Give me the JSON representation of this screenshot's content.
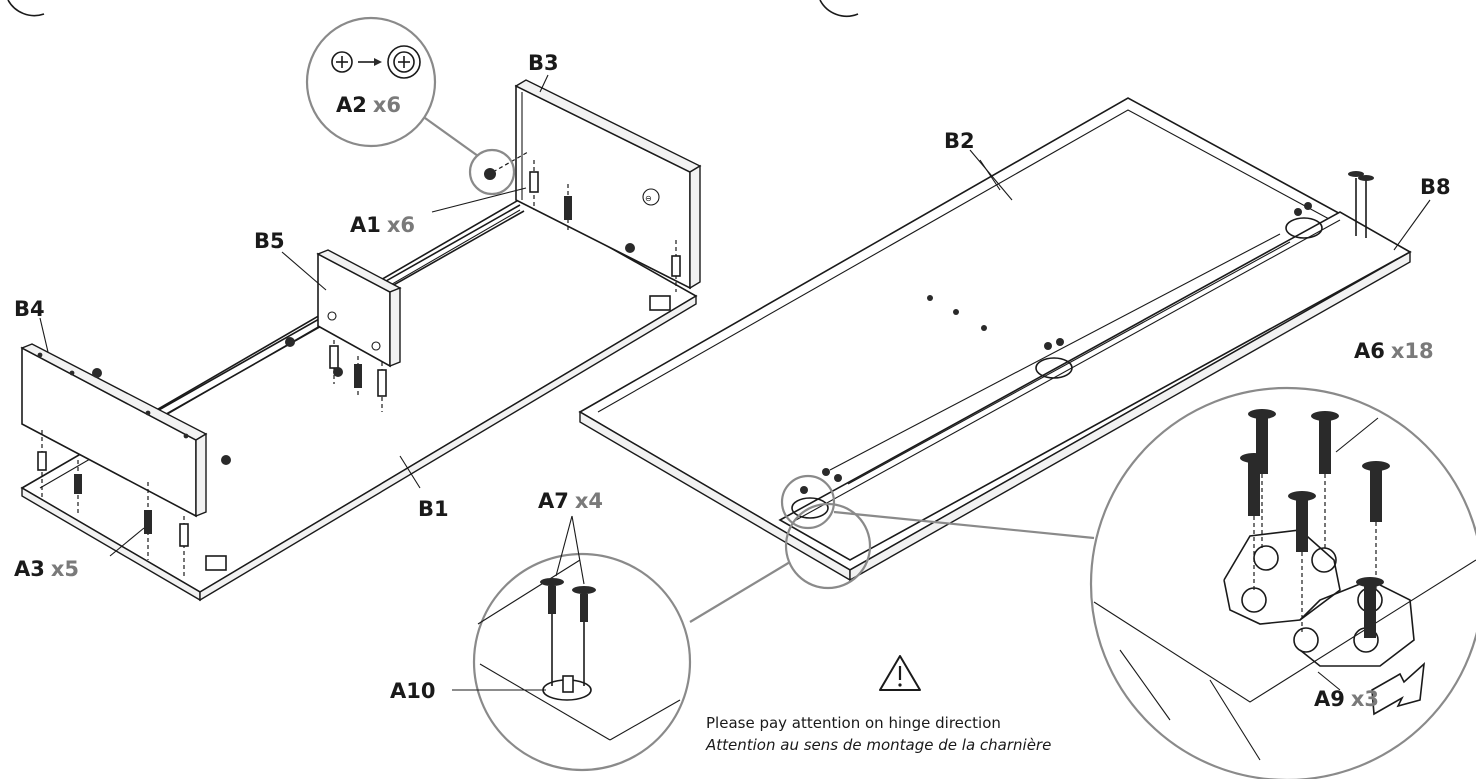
{
  "labels": {
    "b3": "B3",
    "b5": "B5",
    "b4": "B4",
    "b1": "B1",
    "b2": "B2",
    "b8": "B8",
    "a2": "A2",
    "a2_qty": "x6",
    "a1": "A1",
    "a1_qty": "x6",
    "a3": "A3",
    "a3_qty": "x5",
    "a7": "A7",
    "a7_qty": "x4",
    "a10": "A10",
    "a6": "A6",
    "a6_qty": "x18",
    "a9": "A9",
    "a9_qty": "x3"
  },
  "notice": {
    "line_en": "Please pay attention on hinge direction",
    "line_fr": "Attention au sens de montage de la charnière",
    "icon": "warning-triangle-icon"
  },
  "colors": {
    "ink": "#1a1a1a",
    "quantity": "#7a7a7a",
    "callout": "#8a8a8a"
  }
}
